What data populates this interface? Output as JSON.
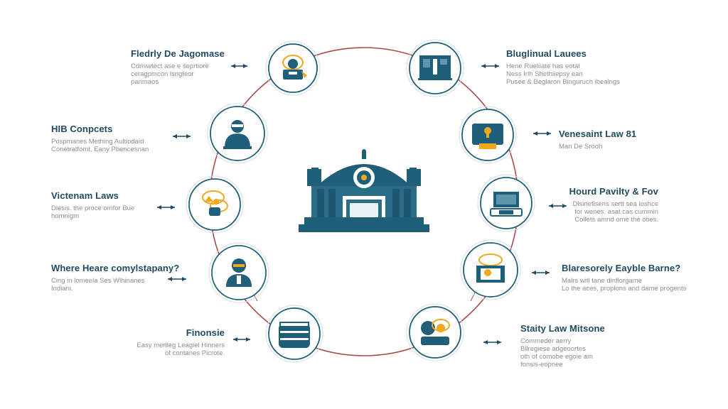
{
  "palette": {
    "teal": "#1f5f7a",
    "teal_light": "#5f96ad",
    "gold": "#f0a81c",
    "ring": "#a94a4a",
    "text_dark": "#1f4a60",
    "text_gray": "#8a8f94"
  },
  "center": {
    "icon": "courthouse-icon"
  },
  "nodes": [
    {
      "id": "tl",
      "title": "Fledrly De Jagomase",
      "desc": [
        "Cdmiwtect ase e seprtiore",
        "ceragpmcon lsngfeor",
        "parimaos"
      ],
      "icon": "lawyer-desk-icon",
      "side": "left"
    },
    {
      "id": "l1",
      "title": "HIB Conpcets",
      "desc": [
        "Pospmanes Mething Aultiodaid",
        "Conetratfomt, Eany Pbencesnan"
      ],
      "icon": "judge-icon",
      "side": "left"
    },
    {
      "id": "l2",
      "title": "Victenam Laws",
      "desc": [
        "Dlesis. the proce omfor Bue",
        "homnigm"
      ],
      "icon": "scales-icon",
      "side": "left"
    },
    {
      "id": "l3",
      "title": "Where Heare comylstapany?",
      "desc": [
        "Cing in lomeela Ses Wlhinanes",
        "Indiani."
      ],
      "icon": "person-icon",
      "side": "left"
    },
    {
      "id": "bl",
      "title": "Finonsie",
      "desc": [
        "Easy merlleg Leagiel Hinners",
        "of contanes Picrote."
      ],
      "icon": "vault-icon",
      "side": "left"
    },
    {
      "id": "tr",
      "title": "Bluglinual Lauees",
      "desc": [
        "Hene Rueliiate has eotal",
        "Ness Irlh Shethiiepsy ean",
        "Pusee & Beglaron Binguruch ibealngs"
      ],
      "icon": "whiteboard-icon",
      "side": "right"
    },
    {
      "id": "r1",
      "title": "Venesaint Law 81",
      "desc": [
        "Man De Srooh"
      ],
      "icon": "briefcase-icon",
      "side": "right"
    },
    {
      "id": "r2",
      "title": "Hourd Pavilty & Fov",
      "desc": [
        "Dlsiriefisens sertt sea loshce",
        "for wenes. asat cas cummin",
        "Collets amnd ome the oties."
      ],
      "icon": "workstation-icon",
      "side": "right"
    },
    {
      "id": "r3",
      "title": "Blaresorely Eayble Barne?",
      "desc": [
        "Malrs witl tane dinflorgame",
        "Lo the aces, proplons and dame progents"
      ],
      "icon": "podium-icon",
      "side": "right"
    },
    {
      "id": "br",
      "title": "Staity Law Mitsone",
      "desc": [
        "Commeder aerry",
        "Bllregiese adgeoortes",
        "oth of comobe egoie am",
        "fonsis-eopnee"
      ],
      "icon": "discussion-icon",
      "side": "right"
    }
  ]
}
